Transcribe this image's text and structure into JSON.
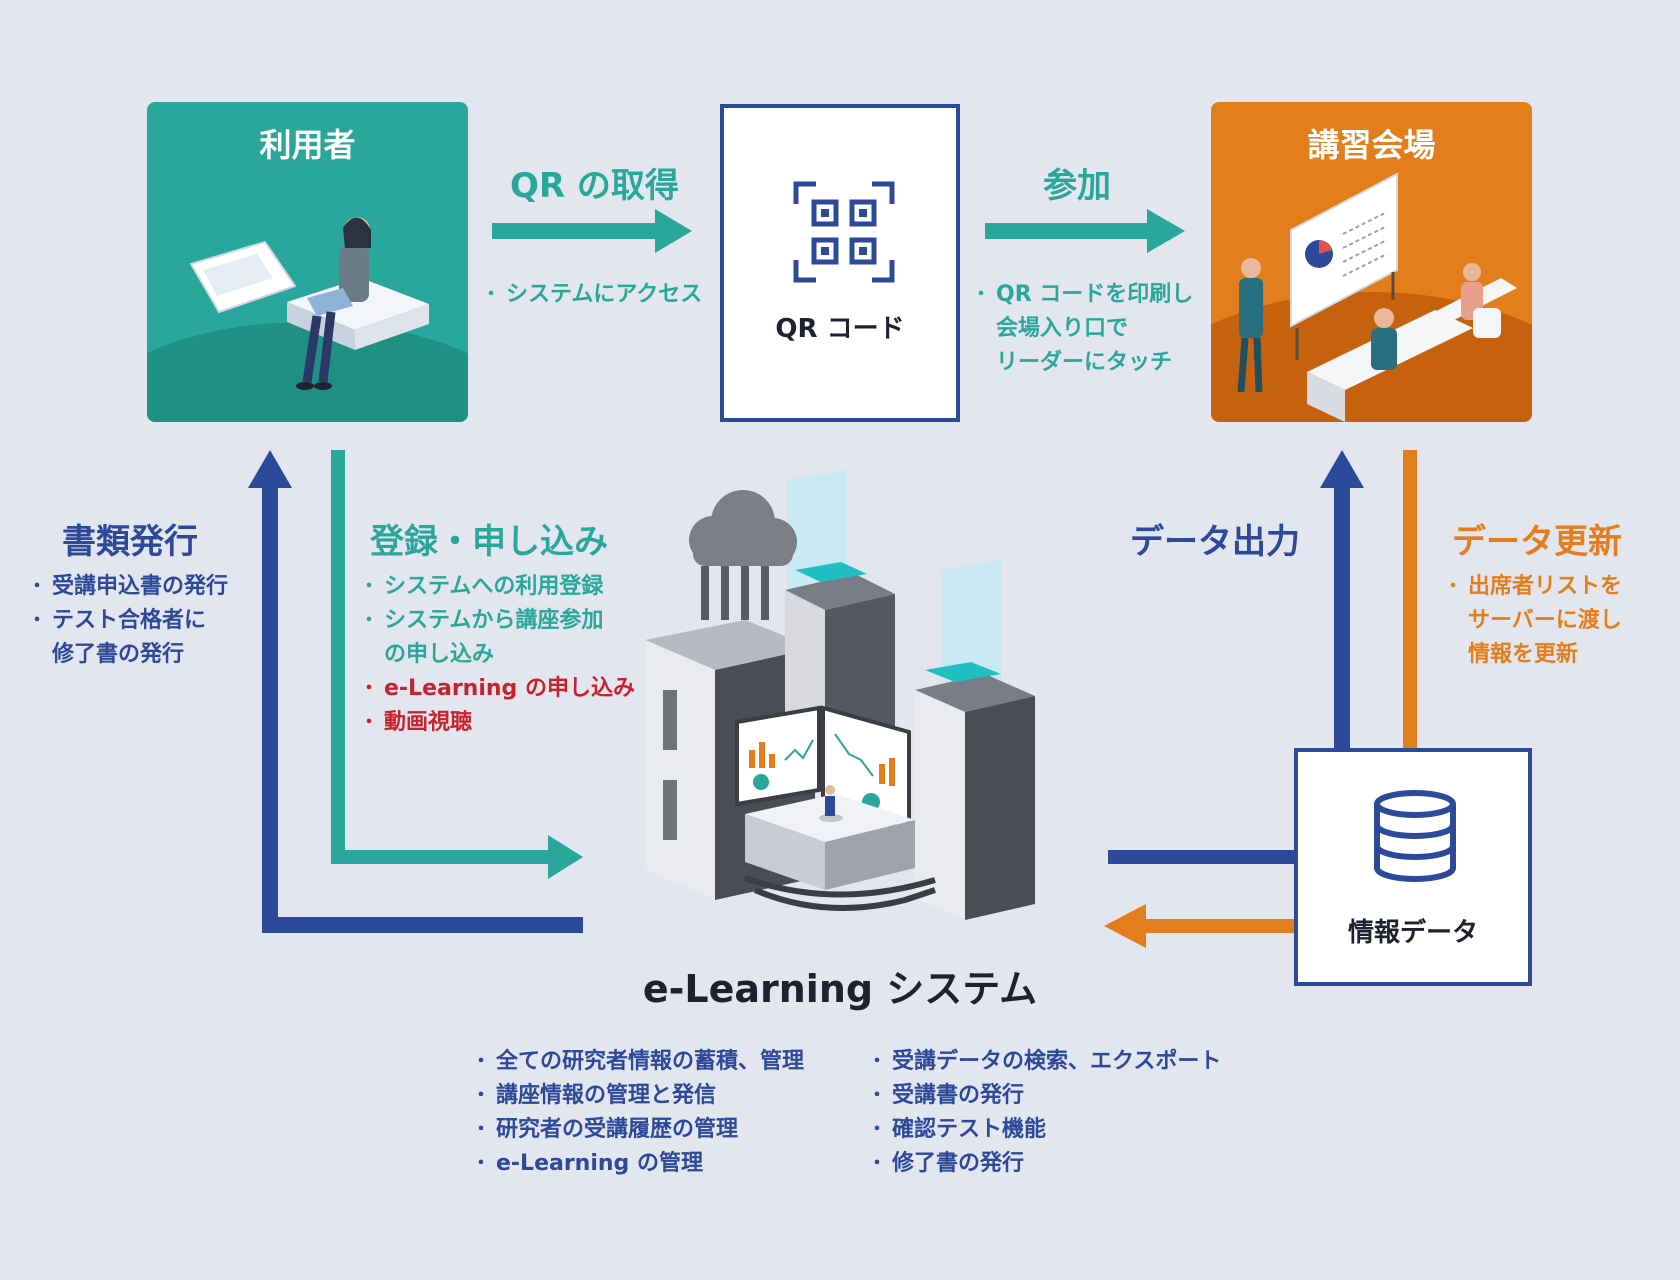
{
  "colors": {
    "background": "#e3e6ef",
    "teal": "#2aa79b",
    "navy": "#2d4a9a",
    "orange": "#e27f1c",
    "red": "#c8232c"
  },
  "nodes": {
    "user": {
      "title": "利用者"
    },
    "qr": {
      "title": "QR コード",
      "icon": "qr-code-icon"
    },
    "venue": {
      "title": "講習会場"
    },
    "system": {
      "title": "e-Learning システム"
    },
    "info": {
      "title": "情報データ",
      "icon": "database-icon"
    }
  },
  "edges": {
    "get_qr": {
      "label": "QR の取得",
      "notes": [
        "システムにアクセス"
      ]
    },
    "participate": {
      "label": "参加",
      "notes": [
        "QR コードを印刷し",
        "会場入り口で",
        "リーダーにタッチ"
      ]
    },
    "issue_docs": {
      "label": "書類発行",
      "notes": [
        "受講申込書の発行",
        "テスト合格者に",
        "修了書の発行"
      ]
    },
    "register": {
      "label": "登録・申し込み",
      "notes": [
        "システムへの利用登録",
        "システムから講座参加",
        "の申し込み"
      ],
      "highlight_notes": [
        "e-Learning の申し込み",
        "動画視聴"
      ]
    },
    "data_output": {
      "label": "データ出力"
    },
    "data_update": {
      "label": "データ更新",
      "notes": [
        "出席者リストを",
        "サーバーに渡し",
        "情報を更新"
      ]
    }
  },
  "features": {
    "left": [
      "全ての研究者情報の蓄積、管理",
      "講座情報の管理と発信",
      "研究者の受講履歴の管理",
      "e-Learning の管理"
    ],
    "right": [
      "受講データの検索、エクスポート",
      "受講書の発行",
      "確認テスト機能",
      "修了書の発行"
    ]
  }
}
